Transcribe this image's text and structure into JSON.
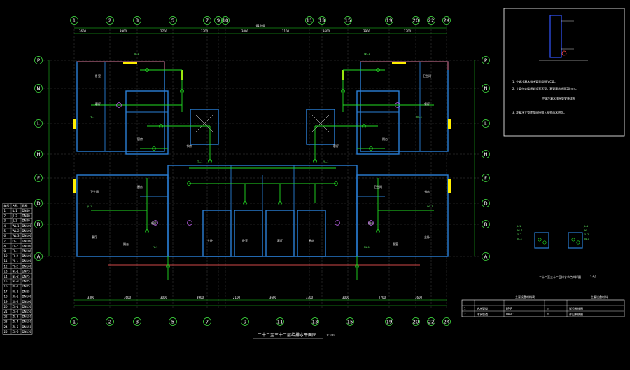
{
  "drawing": {
    "title": "二十二至三十二层给排水平面图",
    "scale": "1:100",
    "detail_title": "二十二至三十二层排水节点大样图",
    "detail_scale": "1:50",
    "overflow_title": "空调冷凝水排水管安装详图"
  },
  "axes": {
    "top": [
      "1",
      "2",
      "3",
      "5",
      "7",
      "9",
      "10",
      "11",
      "13",
      "15",
      "19",
      "20",
      "22",
      "24"
    ],
    "bottom": [
      "1",
      "2",
      "3",
      "5",
      "7",
      "9",
      "11",
      "13",
      "15",
      "19",
      "20",
      "22",
      "24"
    ],
    "left": [
      "P",
      "N",
      "L",
      "H",
      "F",
      "D",
      "B",
      "A"
    ],
    "right": [
      "P",
      "N",
      "L",
      "H",
      "F",
      "D",
      "B",
      "A"
    ]
  },
  "colors": {
    "walls": "#2a7fd6",
    "pipes": "#22dd22",
    "grid": "#c8c8c8",
    "axis": "#44ee44",
    "exterior": "#d04848",
    "windows": "#ffee00"
  },
  "legend_table": {
    "headers": [
      "编号",
      "名称",
      "规格"
    ],
    "rows": [
      [
        "1",
        "JL-1",
        "DN40"
      ],
      [
        "2",
        "JL-2",
        "DN40"
      ],
      [
        "3",
        "JL-3",
        "DN40"
      ],
      [
        "4",
        "WL-1",
        "DN100"
      ],
      [
        "5",
        "WL-2",
        "DN100"
      ],
      [
        "6",
        "WL-3",
        "DN100"
      ],
      [
        "7",
        "FL-1",
        "DN100"
      ],
      [
        "8",
        "FL-2",
        "DN100"
      ],
      [
        "9",
        "TL-1",
        "DN100"
      ],
      [
        "10",
        "TL-2",
        "DN100"
      ],
      [
        "11",
        "YL-1",
        "DN100"
      ],
      [
        "12",
        "YL-2",
        "DN100"
      ],
      [
        "13",
        "NL-1",
        "DN75"
      ],
      [
        "14",
        "NL-2",
        "DN75"
      ],
      [
        "15",
        "NL-3",
        "DN75"
      ],
      [
        "16",
        "RL-1",
        "DN25"
      ],
      [
        "17",
        "RL-2",
        "DN25"
      ],
      [
        "18",
        "XL-1",
        "DN100"
      ],
      [
        "19",
        "XL-2",
        "DN100"
      ],
      [
        "20",
        "ZL-1",
        "DN150"
      ],
      [
        "21",
        "ZL-2",
        "DN150"
      ],
      [
        "22",
        "ZL-3",
        "DN150"
      ],
      [
        "23",
        "ZL-4",
        "DN150"
      ],
      [
        "24",
        "ZL-5",
        "DN150"
      ],
      [
        "25",
        "ZL-6",
        "DN150"
      ]
    ]
  },
  "material_table": {
    "title": "主要设备材料表",
    "unit_label": "主要设备材料",
    "rows": [
      [
        "1",
        "给水管道",
        "PP-R",
        "m",
        "详见系统图"
      ],
      [
        "2",
        "排水管道",
        "UPVC",
        "m",
        "详见系统图"
      ]
    ]
  },
  "rooms": [
    "卧室",
    "客厅",
    "厨房",
    "卫生间",
    "餐厅",
    "阳台",
    "书房",
    "主卧"
  ],
  "pipe_tags": [
    "JL-1",
    "WL-1",
    "FL-1",
    "NL-1",
    "TL-1",
    "YL-1"
  ],
  "detail_tags": [
    "JL-1",
    "WL-1",
    "FL-2",
    "NL-1"
  ],
  "notes": [
    "1. 空调冷凝水排水管采用UPVC管。",
    "2. 立管在穿楼板处设置套管，套管高出地面50mm。",
    "3. 冷凝水立管底部间接排入室外雨水明沟。"
  ],
  "dimensions": {
    "top_total": "61200",
    "top_segments": [
      "3600",
      "3900",
      "2700",
      "3300",
      "3000",
      "2100",
      "3600",
      "3900",
      "2700"
    ],
    "bottom_segments": [
      "3300",
      "3600",
      "3000",
      "3900",
      "2100",
      "3600",
      "3300",
      "3000",
      "2700",
      "3600"
    ]
  }
}
